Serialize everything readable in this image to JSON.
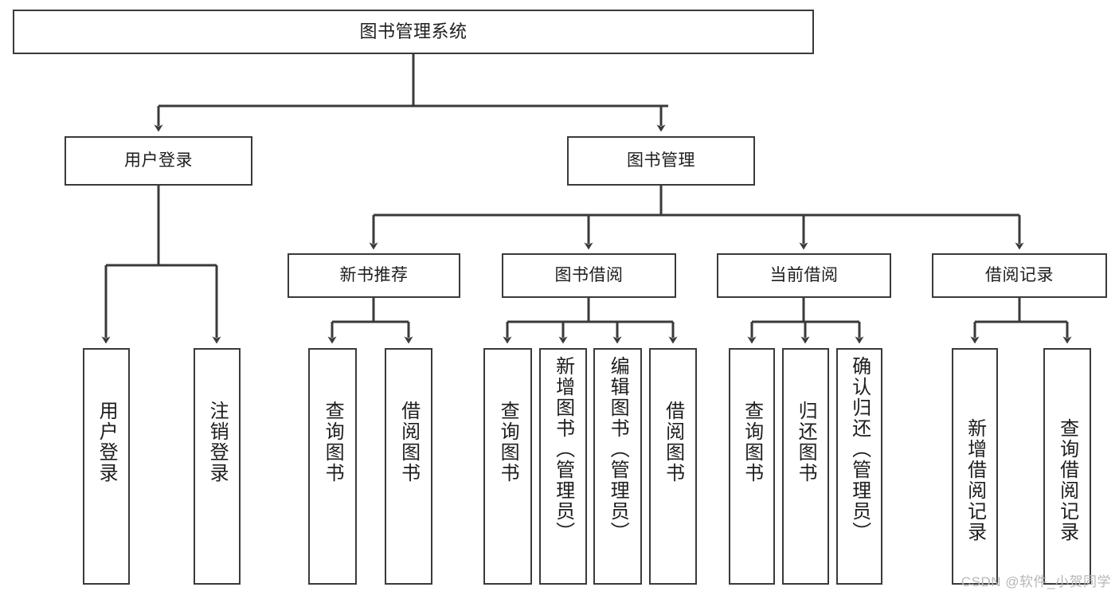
{
  "diagram": {
    "title": "图书管理系统",
    "type": "tree",
    "orientation": "top-down",
    "colors": {
      "background": "#ffffff",
      "node_border": "#3a3a3a",
      "node_fill": "#ffffff",
      "edge": "#3a3a3a",
      "text": "#1d1d1d",
      "watermark": "#b7b7b7"
    }
  },
  "nodes": {
    "root": {
      "label": "图书管理系统"
    },
    "level2": [
      {
        "id": "user-login",
        "label": "用户登录"
      },
      {
        "id": "book-manage",
        "label": "图书管理"
      }
    ],
    "level3": [
      {
        "id": "new-book-recommend",
        "label": "新书推荐"
      },
      {
        "id": "book-borrow",
        "label": "图书借阅"
      },
      {
        "id": "current-borrow",
        "label": "当前借阅"
      },
      {
        "id": "borrow-record",
        "label": "借阅记录"
      }
    ],
    "leaves": {
      "user-login": [
        {
          "id": "leaf-user-login",
          "label": "用户登录"
        },
        {
          "id": "leaf-logout-login",
          "label": "注销登录"
        }
      ],
      "new-book-recommend": [
        {
          "id": "leaf-query-book-1",
          "label": "查询图书"
        },
        {
          "id": "leaf-borrow-book-1",
          "label": "借阅图书"
        }
      ],
      "book-borrow": [
        {
          "id": "leaf-query-book-2",
          "label": "查询图书"
        },
        {
          "id": "leaf-add-book",
          "label": "新增图书（管理员）"
        },
        {
          "id": "leaf-edit-book",
          "label": "编辑图书（管理员）"
        },
        {
          "id": "leaf-borrow-book-2",
          "label": "借阅图书"
        }
      ],
      "current-borrow": [
        {
          "id": "leaf-query-book-3",
          "label": "查询图书"
        },
        {
          "id": "leaf-return-book",
          "label": "归还图书"
        },
        {
          "id": "leaf-confirm-return",
          "label": "确认归还（管理员）"
        }
      ],
      "borrow-record": [
        {
          "id": "leaf-add-record",
          "label": "新增借阅记录"
        },
        {
          "id": "leaf-query-record",
          "label": "查询借阅记录"
        }
      ]
    }
  },
  "watermark": {
    "text": "CSDN @软件_小贺同学"
  }
}
